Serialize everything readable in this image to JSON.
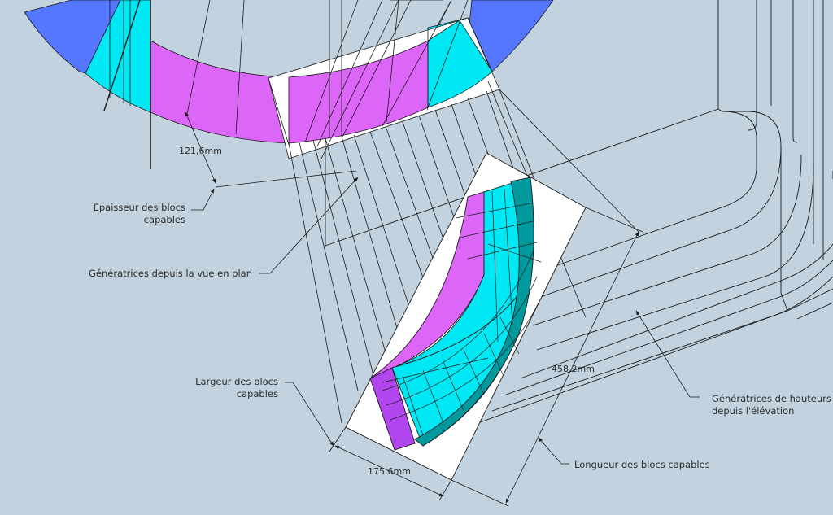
{
  "colors": {
    "background": "#c2d3df",
    "blue": "#5577ff",
    "cyan": "#00e8f4",
    "magenta": "#dc66f8",
    "purple": "#b145ee",
    "teal": "#009a9e",
    "white": "#ffffff",
    "line": "#1a1a1a"
  },
  "dimensions": {
    "thickness": "121,6mm",
    "width": "175,6mm",
    "length": "458,2mm"
  },
  "annotations": {
    "thickness_line1": "Epaisseur des blocs",
    "thickness_line2": "capables",
    "plan_generatrices": "Génératrices depuis la vue en plan",
    "width_line1": "Largeur des blocs",
    "width_line2": "capables",
    "height_line1": "Génératrices de hauteurs",
    "height_line2": "depuis l'élévation",
    "length": "Longueur des blocs capables"
  }
}
